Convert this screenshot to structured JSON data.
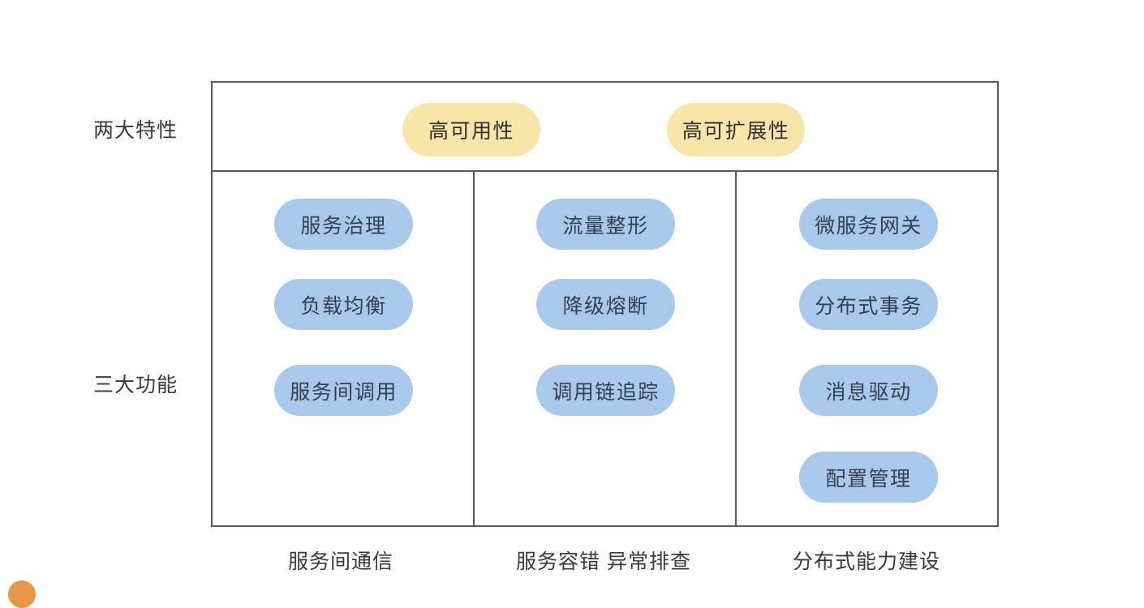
{
  "rows": {
    "features_label": "两大特性",
    "functions_label": "三大功能"
  },
  "features": [
    {
      "label": "高可用性"
    },
    {
      "label": "高可扩展性"
    }
  ],
  "columns": [
    {
      "caption": "服务间通信",
      "items": [
        {
          "label": "服务治理"
        },
        {
          "label": "负载均衡"
        },
        {
          "label": "服务间调用"
        }
      ]
    },
    {
      "caption": "服务容错 异常排查",
      "items": [
        {
          "label": "流量整形"
        },
        {
          "label": "降级熔断"
        },
        {
          "label": "调用链追踪"
        }
      ]
    },
    {
      "caption": "分布式能力建设",
      "items": [
        {
          "label": "微服务网关"
        },
        {
          "label": "分布式事务"
        },
        {
          "label": "消息驱动"
        },
        {
          "label": "配置管理"
        }
      ]
    }
  ],
  "colors": {
    "feature_pill": "#f8e6a8",
    "function_pill": "#a9c9ec",
    "frame": "#555a5e",
    "text": "#3a3a3a",
    "badge": "#e8974a"
  }
}
